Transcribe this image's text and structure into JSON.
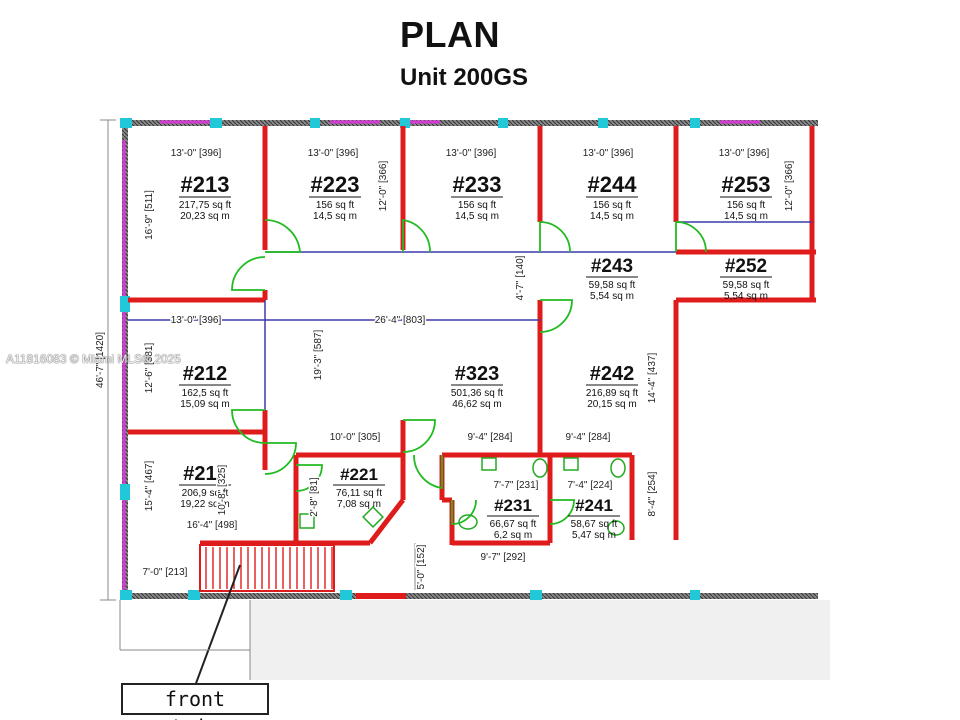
{
  "header": {
    "title": "PLAN",
    "subtitle": "Unit 200GS"
  },
  "watermark": "A11816083 © Miami MLS® 2025",
  "front_stairs_label": "front stairs",
  "colors": {
    "wall": "#e01b1b",
    "window": "#d63ad6",
    "column": "#21c8d8",
    "door": "#22bb22",
    "dimension": "#4a4a8a",
    "line": "#1a1a1a"
  },
  "rooms": [
    {
      "id": "r213",
      "number": "#213",
      "sqft": "217,75 sq ft",
      "sqm": "20,23 sq m"
    },
    {
      "id": "r223",
      "number": "#223",
      "sqft": "156 sq ft",
      "sqm": "14,5 sq m"
    },
    {
      "id": "r233",
      "number": "#233",
      "sqft": "156 sq ft",
      "sqm": "14,5 sq m"
    },
    {
      "id": "r244",
      "number": "#244",
      "sqft": "156 sq ft",
      "sqm": "14,5 sq m"
    },
    {
      "id": "r253",
      "number": "#253",
      "sqft": "156 sq ft",
      "sqm": "14,5 sq m"
    },
    {
      "id": "r243",
      "number": "#243",
      "sqft": "59,58 sq ft",
      "sqm": "5,54 sq m"
    },
    {
      "id": "r252",
      "number": "#252",
      "sqft": "59,58 sq ft",
      "sqm": "5,54 sq m"
    },
    {
      "id": "r212",
      "number": "#212",
      "sqft": "162,5 sq ft",
      "sqm": "15,09 sq m"
    },
    {
      "id": "r323",
      "number": "#323",
      "sqft": "501,36 sq ft",
      "sqm": "46,62 sq m"
    },
    {
      "id": "r242",
      "number": "#242",
      "sqft": "216,89 sq ft",
      "sqm": "20,15 sq m"
    },
    {
      "id": "r211",
      "number": "#211",
      "sqft": "206,9 sq ft",
      "sqm": "19,22 sq m"
    },
    {
      "id": "r221",
      "number": "#221",
      "sqft": "76,11 sq ft",
      "sqm": "7,08 sq m"
    },
    {
      "id": "r231",
      "number": "#231",
      "sqft": "66,67 sq ft",
      "sqm": "6,2 sq m"
    },
    {
      "id": "r241",
      "number": "#241",
      "sqft": "58,67 sq ft",
      "sqm": "5,47 sq m"
    }
  ],
  "dimensions": [
    {
      "id": "d1",
      "text": "13'-0\" [396]"
    },
    {
      "id": "d2",
      "text": "13'-0\" [396]"
    },
    {
      "id": "d3",
      "text": "13'-0\" [396]"
    },
    {
      "id": "d4",
      "text": "13'-0\" [396]"
    },
    {
      "id": "d5",
      "text": "13'-0\" [396]"
    },
    {
      "id": "d6",
      "text": "13'-0\" [396]"
    },
    {
      "id": "d7",
      "text": "26'-4\" [803]"
    },
    {
      "id": "d8",
      "text": "10'-0\" [305]"
    },
    {
      "id": "d9",
      "text": "9'-4\" [284]"
    },
    {
      "id": "d10",
      "text": "9'-4\" [284]"
    },
    {
      "id": "d11",
      "text": "7'-7\" [231]"
    },
    {
      "id": "d12",
      "text": "7'-4\" [224]"
    },
    {
      "id": "d13",
      "text": "16'-4\" [498]"
    },
    {
      "id": "d14",
      "text": "9'-7\" [292]"
    },
    {
      "id": "d15",
      "text": "7'-0\" [213]"
    },
    {
      "id": "v1",
      "text": "16'-9\" [511]"
    },
    {
      "id": "v2",
      "text": "12'-0\" [366]"
    },
    {
      "id": "v3",
      "text": "12'-0\" [366]"
    },
    {
      "id": "v4",
      "text": "4'-7\" [140]"
    },
    {
      "id": "v5",
      "text": "12'-6\" [381]"
    },
    {
      "id": "v6",
      "text": "19'-3\" [587]"
    },
    {
      "id": "v7",
      "text": "15'-4\" [467]"
    },
    {
      "id": "v8",
      "text": "10'-8\" [325]"
    },
    {
      "id": "v9",
      "text": "14'-4\" [437]"
    },
    {
      "id": "v10",
      "text": "8'-4\" [254]"
    },
    {
      "id": "v11",
      "text": "5'-0\" [152]"
    },
    {
      "id": "v12",
      "text": "46'-7\" [1420]"
    },
    {
      "id": "v13",
      "text": "2'-8\" [81]"
    }
  ]
}
